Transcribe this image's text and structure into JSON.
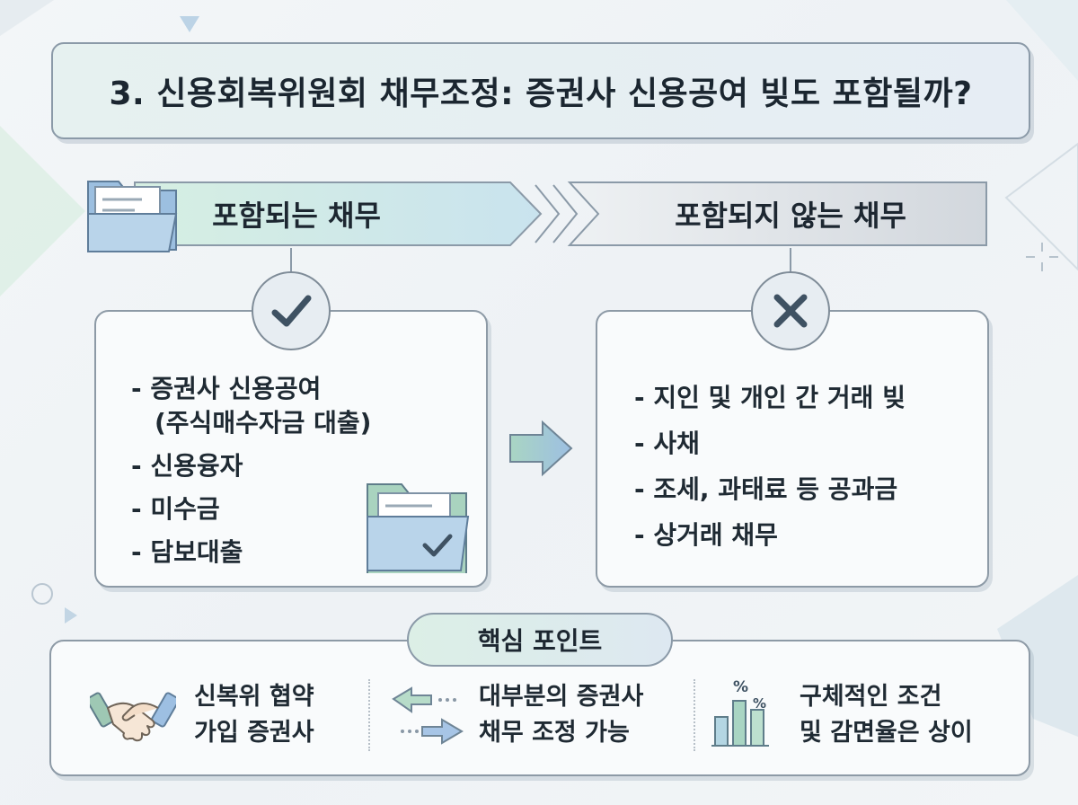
{
  "title": "3. 신용회복위원회 채무조정: 증권사 신용공여 빚도 포함될까?",
  "included": {
    "heading": "포함되는 채무",
    "items": [
      "- 증권사 신용공여",
      "(주식매수자금 대출)",
      "- 신용융자",
      "- 미수금",
      "- 담보대출"
    ],
    "badge_icon": "checkmark-icon",
    "folder_icon": "folder-check-icon"
  },
  "excluded": {
    "heading": "포함되지 않는 채무",
    "items": [
      "- 지인 및 개인 간 거래 빚",
      "- 사채",
      "- 조세, 과태료 등 공과금",
      "- 상거래 채무"
    ],
    "badge_icon": "x-mark-icon"
  },
  "key_points": {
    "label": "핵심 포인트",
    "points": [
      {
        "icon": "handshake-icon",
        "line1": "신복위 협약",
        "line2": "가입 증권사"
      },
      {
        "icon": "exchange-arrows-icon",
        "line1": "대부분의 증권사",
        "line2": "채무 조정 가능"
      },
      {
        "icon": "percent-bar-chart-icon",
        "line1": "구체적인 조건",
        "line2": "및 감면율은 상이",
        "percent_symbol": "%"
      }
    ]
  },
  "colors": {
    "included_gradient": [
      "#d6efe2",
      "#c9e3ee"
    ],
    "excluded_gradient": [
      "#e4e8ec",
      "#d2d7dd"
    ],
    "border": "#8b9aa8",
    "accent_blue": "#8fb5dc",
    "accent_green": "#a8d5c0"
  }
}
